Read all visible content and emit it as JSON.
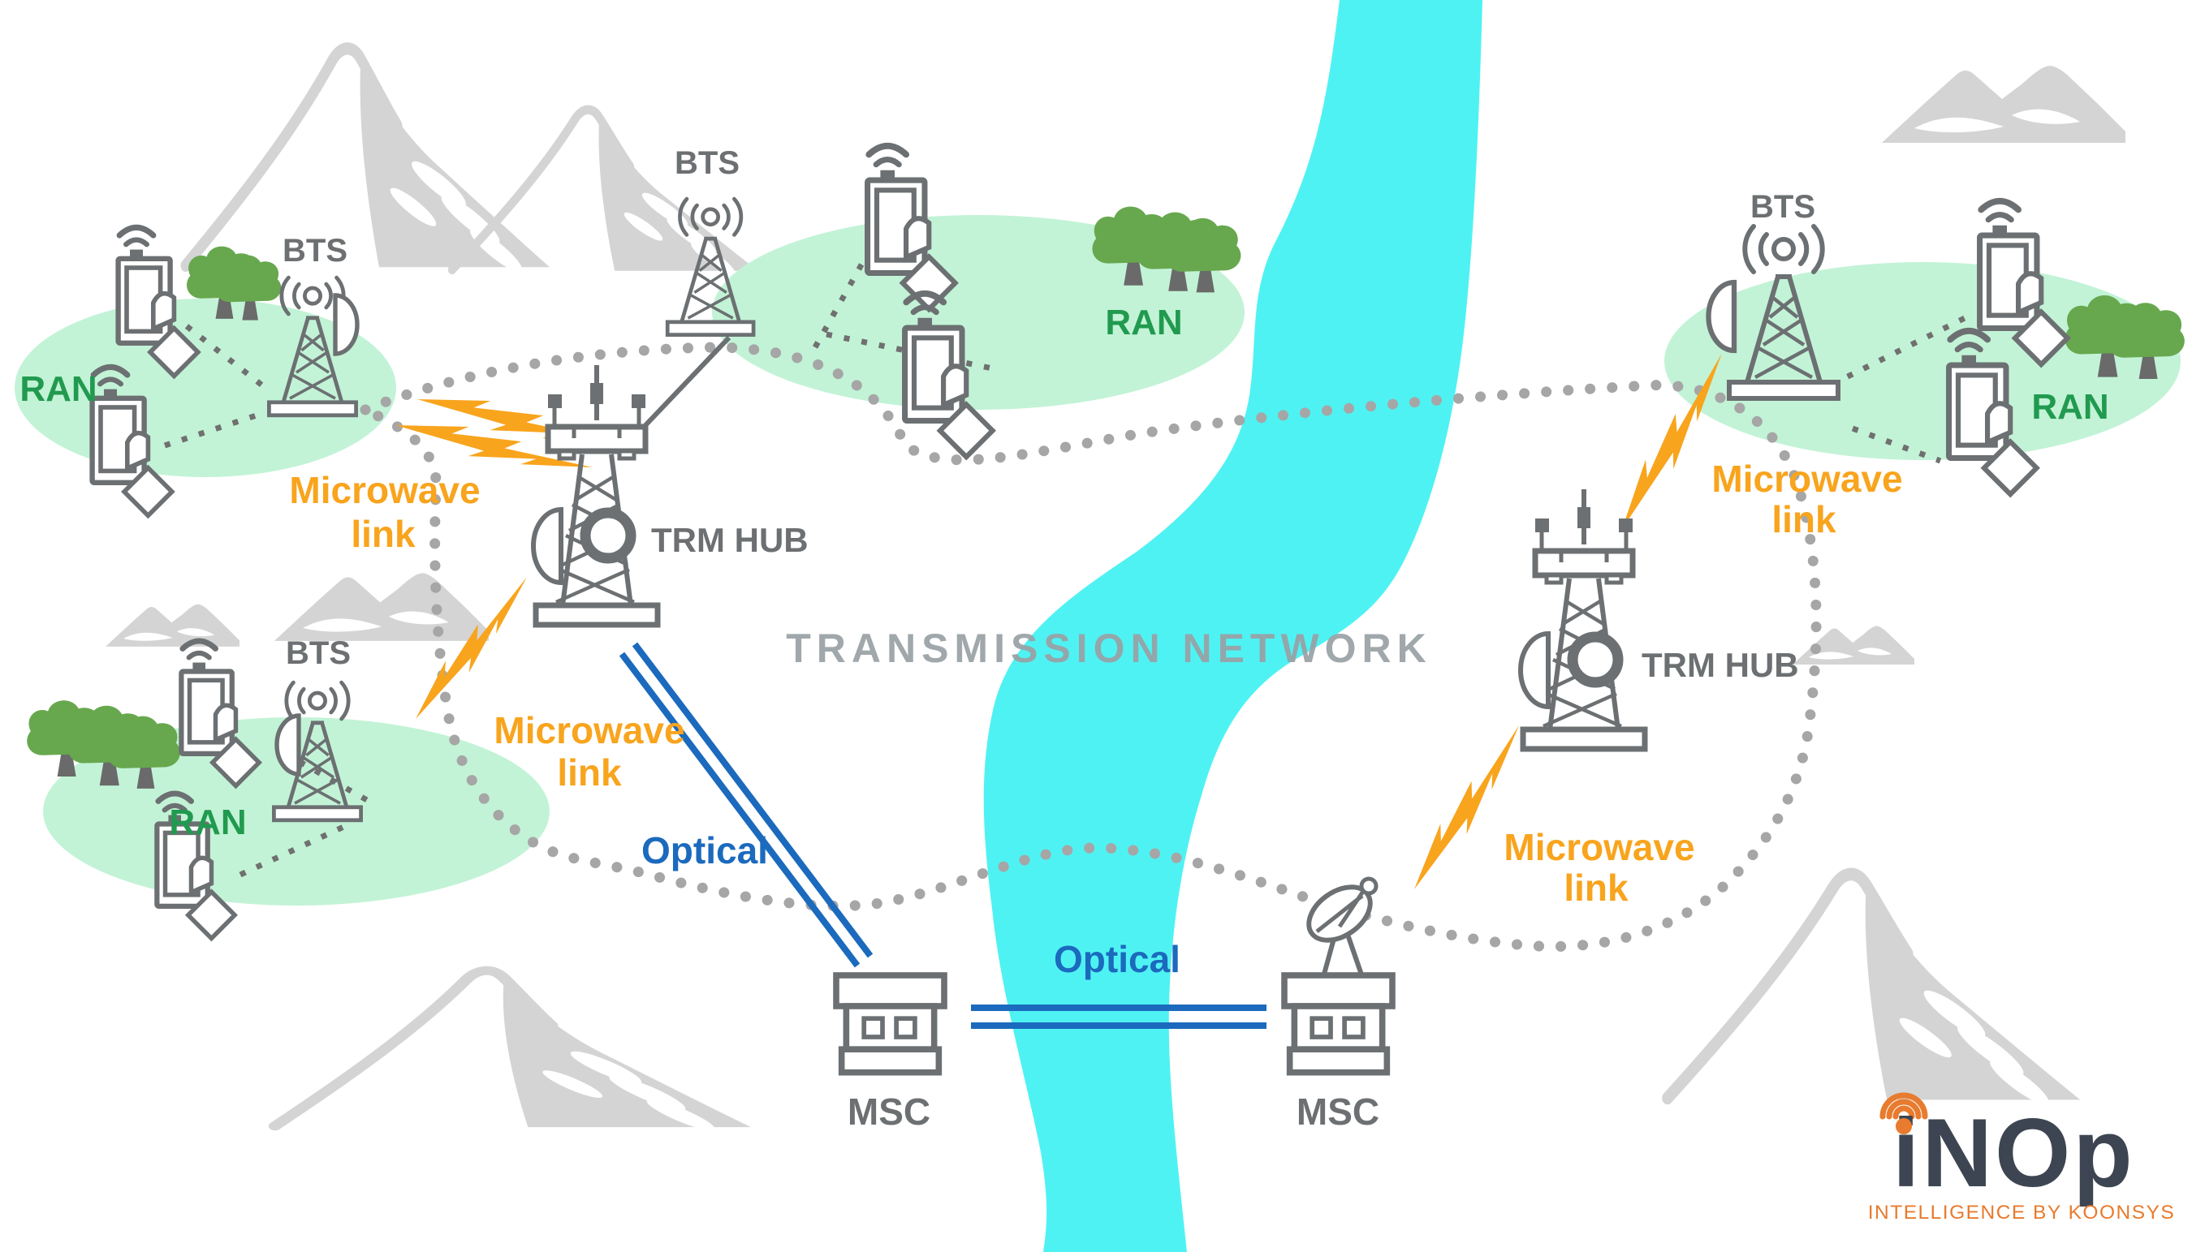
{
  "network_title": "TRANSMISSION NETWORK",
  "clusters": [
    {
      "name": "top-left",
      "ran_label": "RAN",
      "bts_label": "BTS"
    },
    {
      "name": "top-middle",
      "ran_label": "RAN",
      "bts_label": "BTS"
    },
    {
      "name": "bottom-left",
      "ran_label": "RAN",
      "bts_label": "BTS"
    },
    {
      "name": "right",
      "ran_label": "RAN",
      "bts_label": "BTS"
    }
  ],
  "hubs": [
    {
      "name": "left-trm-hub",
      "label": "TRM HUB"
    },
    {
      "name": "right-trm-hub",
      "label": "TRM HUB"
    }
  ],
  "msc_sites": [
    {
      "name": "left-msc",
      "label": "MSC"
    },
    {
      "name": "right-msc",
      "label": "MSC"
    }
  ],
  "microwave_links": [
    {
      "name": "topleft-bts-to-hub",
      "line1": "Microwave",
      "line2": "link"
    },
    {
      "name": "bottomleft-bts-to-hub",
      "line1": "Microwave",
      "line2": "link"
    },
    {
      "name": "right-bts-to-hub",
      "line1": "Microwave",
      "line2": "link"
    },
    {
      "name": "right-hub-to-msc",
      "line1": "Microwave",
      "line2": "link"
    }
  ],
  "optical_links": [
    {
      "name": "hub-to-msc",
      "label": "Optical"
    },
    {
      "name": "msc-to-msc",
      "label": "Optical"
    }
  ],
  "logo": {
    "brand": "iNOp",
    "tagline": "INTELLIGENCE BY KOONSYS"
  },
  "colors": {
    "zone_fill": "#c2f3d6",
    "icon_gray": "#6c7072",
    "label_gray": "#6d7072",
    "ran_green": "#219a4f",
    "tree_green": "#67a84e",
    "microwave_orange": "#f8a41d",
    "optical_blue": "#1b6abd",
    "river_cyan": "#4ff2f3",
    "mountain_gray": "#d4d4d4",
    "network_dotted_gray": "#a6a6a6",
    "title_gray": "#99a1a5",
    "logo_dark": "#3e4552",
    "logo_orange": "#e87b2e"
  }
}
